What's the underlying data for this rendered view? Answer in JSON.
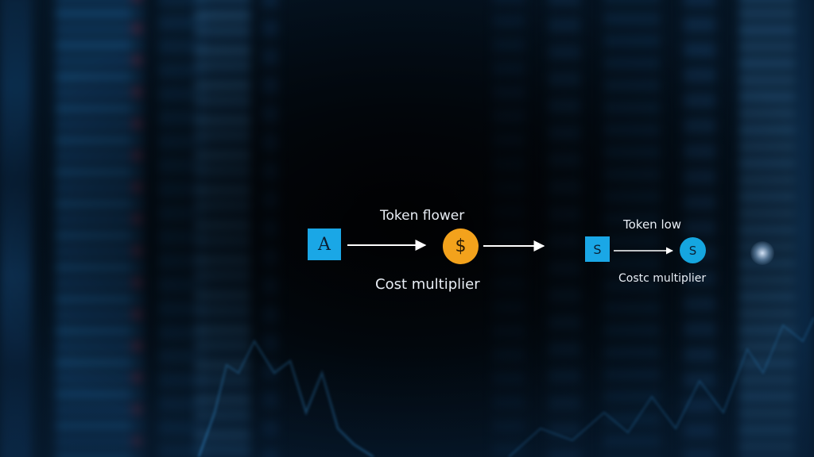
{
  "diagram": {
    "left": {
      "source_label": "A",
      "top_label": "Token flower",
      "bottom_label": "Cost multiplier",
      "coin_symbol": "$",
      "coin_color": "#f3a21c"
    },
    "right": {
      "source_label": "S",
      "top_label": "Token low",
      "bottom_label": "Costc multiplier",
      "coin_symbol": "S",
      "coin_color": "#15a6e0"
    },
    "node_color": "#1aa7e6"
  },
  "icons": [
    "arrow-right-icon",
    "dollar-coin-icon"
  ]
}
